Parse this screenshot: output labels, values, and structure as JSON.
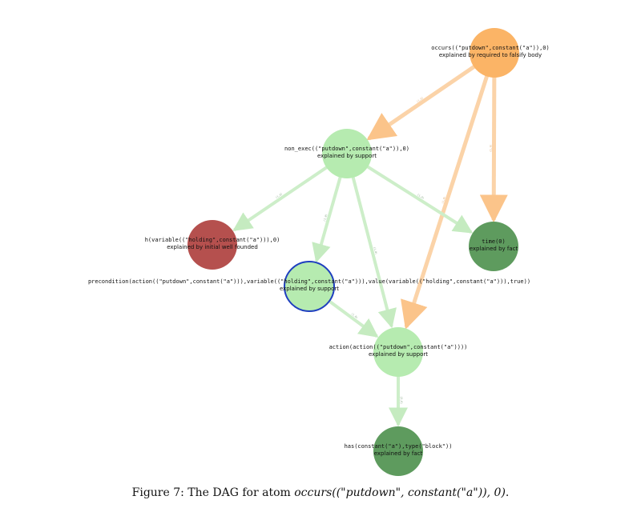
{
  "colors": {
    "orange": "#fbb466",
    "light_green": "#b6ebb0",
    "dark_green": "#5e9b5e",
    "red": "#b5504e",
    "highlight_ring": "#1f3fbf",
    "edge_orange": "#fbd3a8",
    "edge_green": "#cdeec9"
  },
  "nodes": {
    "occurs": {
      "label": "occurs((\"putdown\",constant(\"a\")),0)",
      "sub": "explained by required to falsify body",
      "color": "orange"
    },
    "non_exec": {
      "label": "non_exec((\"putdown\",constant(\"a\")),0)",
      "sub": "explained by support",
      "color": "light_green"
    },
    "h_var": {
      "label": "h(variable((\"holding\",constant(\"a\"))),0)",
      "sub": "explained by initial well founded",
      "color": "red"
    },
    "precondition": {
      "label": "precondition(action((\"putdown\",constant(\"a\"))),variable((\"holding\",constant(\"a\"))),value(variable((\"holding\",constant(\"a\"))),true))",
      "sub": "explained by support",
      "color": "light_green"
    },
    "time": {
      "label": "time(0)",
      "sub": "explained by fact",
      "color": "dark_green"
    },
    "action": {
      "label": "action(action((\"putdown\",constant(\"a\"))))",
      "sub": "explained by support",
      "color": "light_green"
    },
    "has": {
      "label": "has(constant(\"a\"),type(\"block\"))",
      "sub": "explained by fact",
      "color": "dark_green"
    }
  },
  "edges": [
    {
      "from": "occurs",
      "to": "non_exec",
      "kind": "orange",
      "label": "(1,0)"
    },
    {
      "from": "occurs",
      "to": "action",
      "kind": "orange",
      "label": "(1,0)"
    },
    {
      "from": "occurs",
      "to": "time",
      "kind": "orange",
      "label": "(1,0)"
    },
    {
      "from": "non_exec",
      "to": "h_var",
      "kind": "green",
      "label": "(1,0)"
    },
    {
      "from": "non_exec",
      "to": "precondition",
      "kind": "green",
      "label": "(1,0)"
    },
    {
      "from": "non_exec",
      "to": "action",
      "kind": "green",
      "label": "(1,0)"
    },
    {
      "from": "non_exec",
      "to": "time",
      "kind": "green",
      "label": "(1,0)"
    },
    {
      "from": "precondition",
      "to": "action",
      "kind": "green",
      "label": "(1,0)"
    },
    {
      "from": "action",
      "to": "has",
      "kind": "green",
      "label": "(1,0)"
    }
  ],
  "caption": {
    "prefix": "Figure 7: The DAG for atom ",
    "math": "occurs((\"putdown\", constant(\"a\")), 0)",
    "suffix": "."
  }
}
